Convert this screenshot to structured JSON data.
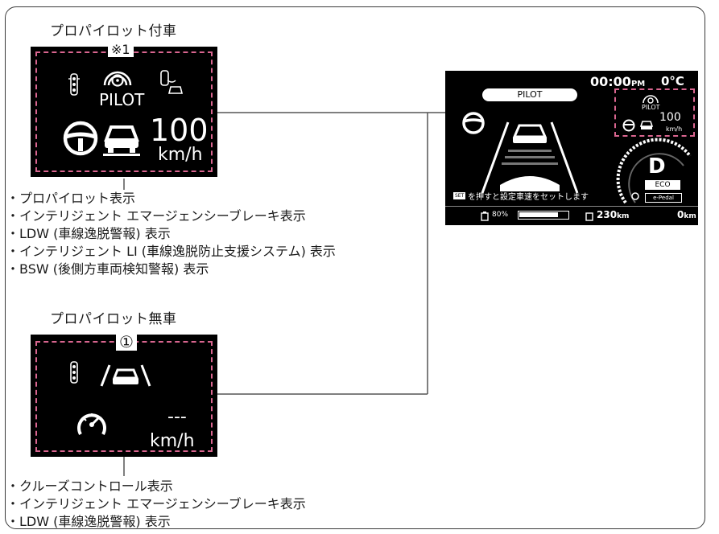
{
  "with_car": {
    "heading": "プロパイロット付車",
    "note_mark": "※1",
    "pilot_label": "PILOT",
    "speed": "100",
    "unit": "km/h",
    "items": [
      "・プロパイロット表示",
      "・インテリジェント エマージェンシーブレーキ表示",
      "・LDW (車線逸脱警報) 表示",
      "・インテリジェント LI (車線逸脱防止支援システム) 表示",
      "・BSW (後側方車両検知警報) 表示"
    ]
  },
  "without_car": {
    "heading": "プロパイロット無車",
    "circle_mark": "①",
    "speed": "---",
    "unit": "km/h",
    "items": [
      "・クルーズコントロール表示",
      "・インテリジェント エマージェンシーブレーキ表示",
      "・LDW (車線逸脱警報) 表示"
    ]
  },
  "cluster": {
    "time": "00:00",
    "time_suffix": "PM",
    "temp": "0°C",
    "pilot_banner": "PILOT",
    "mini_pilot": "PILOT",
    "mini_speed": "100",
    "mini_unit": "km/h",
    "gear": "D",
    "eco_label": "ECO",
    "epedal_label": "e-Pedal",
    "set_badge": "SET",
    "set_message": "を押すと設定車速をセットします",
    "battery_percent": "80%",
    "battery_level": 0.8,
    "range": "230",
    "range_unit": "km",
    "odo": "0",
    "odo_unit": "km"
  },
  "colors": {
    "highlight": "#d9658f",
    "panel": "#000000"
  }
}
